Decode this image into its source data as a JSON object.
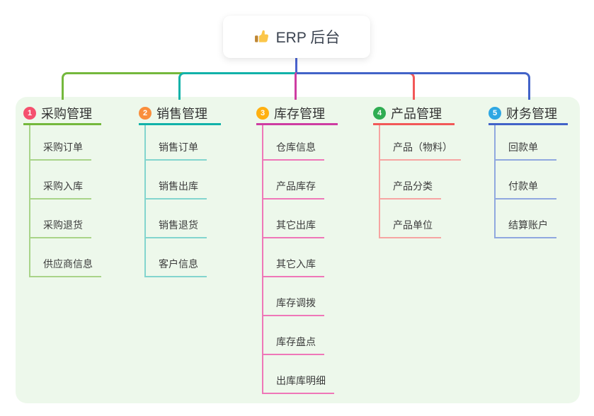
{
  "root": {
    "icon": "thumbs-up-icon",
    "label": "ERP 后台"
  },
  "colors": {
    "page_background": "#ffffff",
    "panel_background": "#edf8eb",
    "stem": "#4a63cf",
    "root_text": "#3b4350",
    "node_text": "#3c3c3c"
  },
  "branches": [
    {
      "number": "1",
      "label": "采购管理",
      "badge_color": "#f5506e",
      "main_color": "#74b83c",
      "light_color": "#a9d489",
      "children": [
        "采购订单",
        "采购入库",
        "采购退货",
        "供应商信息"
      ]
    },
    {
      "number": "2",
      "label": "销售管理",
      "badge_color": "#fa8e3c",
      "main_color": "#12b2a9",
      "light_color": "#83d5ce",
      "children": [
        "销售订单",
        "销售出库",
        "销售退货",
        "客户信息"
      ]
    },
    {
      "number": "3",
      "label": "库存管理",
      "badge_color": "#ffb011",
      "main_color": "#ce3da2",
      "light_color": "#ef77b8",
      "children": [
        "仓库信息",
        "产品库存",
        "其它出库",
        "其它入库",
        "库存调拨",
        "库存盘点",
        "出库库明细"
      ]
    },
    {
      "number": "4",
      "label": "产品管理",
      "badge_color": "#2fad52",
      "main_color": "#f25858",
      "light_color": "#f6a5a2",
      "children": [
        "产品（物料）",
        "产品分类",
        "产品单位"
      ]
    },
    {
      "number": "5",
      "label": "财务管理",
      "badge_color": "#2ea7e3",
      "main_color": "#4263c8",
      "light_color": "#90a8df",
      "children": [
        "回款单",
        "付款单",
        "结算账户"
      ]
    }
  ]
}
